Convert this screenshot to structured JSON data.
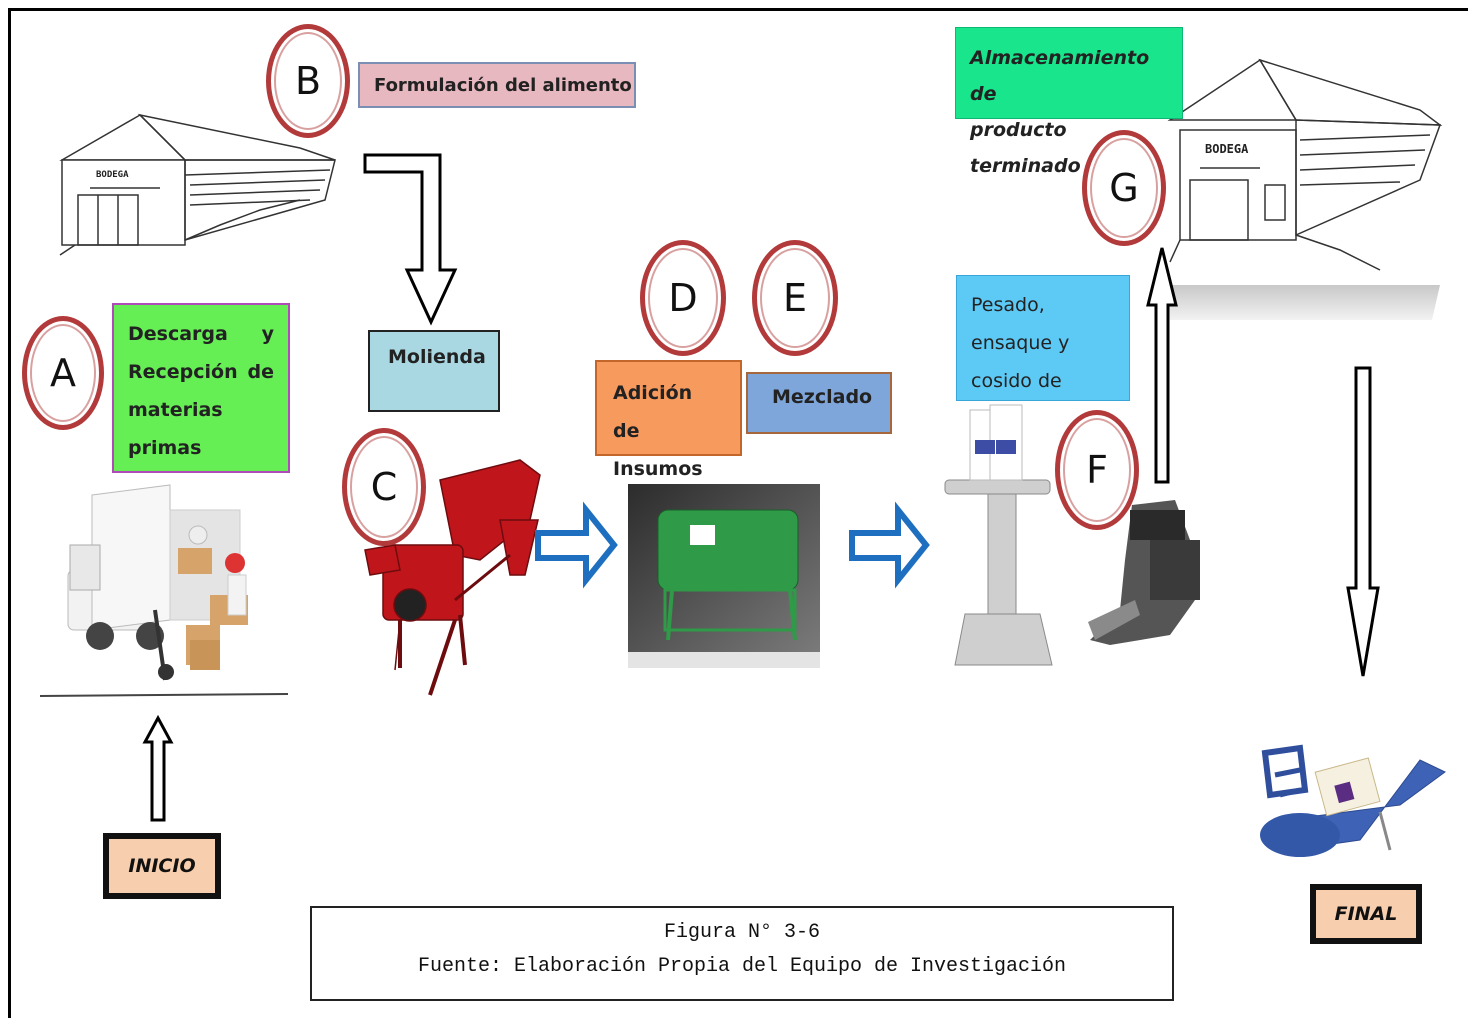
{
  "steps": {
    "a": {
      "letter": "A",
      "label_lines": [
        "Descarga y",
        "Recepción de",
        "materias",
        "primas"
      ]
    },
    "b": {
      "letter": "B",
      "label": "Formulación del alimento"
    },
    "c": {
      "letter": "C",
      "label": "Molienda"
    },
    "d": {
      "letter": "D",
      "label_lines": [
        "Adición de",
        "Insumos"
      ]
    },
    "e": {
      "letter": "E",
      "label": "Mezclado"
    },
    "f": {
      "letter": "F",
      "label_lines": [
        "Pesado,",
        "ensaque y",
        "cosido de"
      ]
    },
    "g": {
      "letter": "G",
      "label_lines": [
        "Almacenamiento de",
        "producto terminado"
      ]
    }
  },
  "warehouse_sign": "BODEGA",
  "start_label": "INICIO",
  "end_label": "FINAL",
  "caption": {
    "line1": "Figura N° 3-6",
    "line2": "Fuente: Elaboración Propia del Equipo de Investigación"
  },
  "colors": {
    "circle_border": "#b23a3a",
    "label_a_bg": "#66ee55",
    "label_b_bg": "#e7b8bf",
    "label_c_bg": "#a9d8e3",
    "label_d_bg": "#f79a5e",
    "label_e_bg": "#7ea6db",
    "label_f_bg": "#5dc9f5",
    "label_g_bg": "#18e58c",
    "end_box_bg": "#f8cfae",
    "flow_arrow": "#1f6fc0"
  }
}
